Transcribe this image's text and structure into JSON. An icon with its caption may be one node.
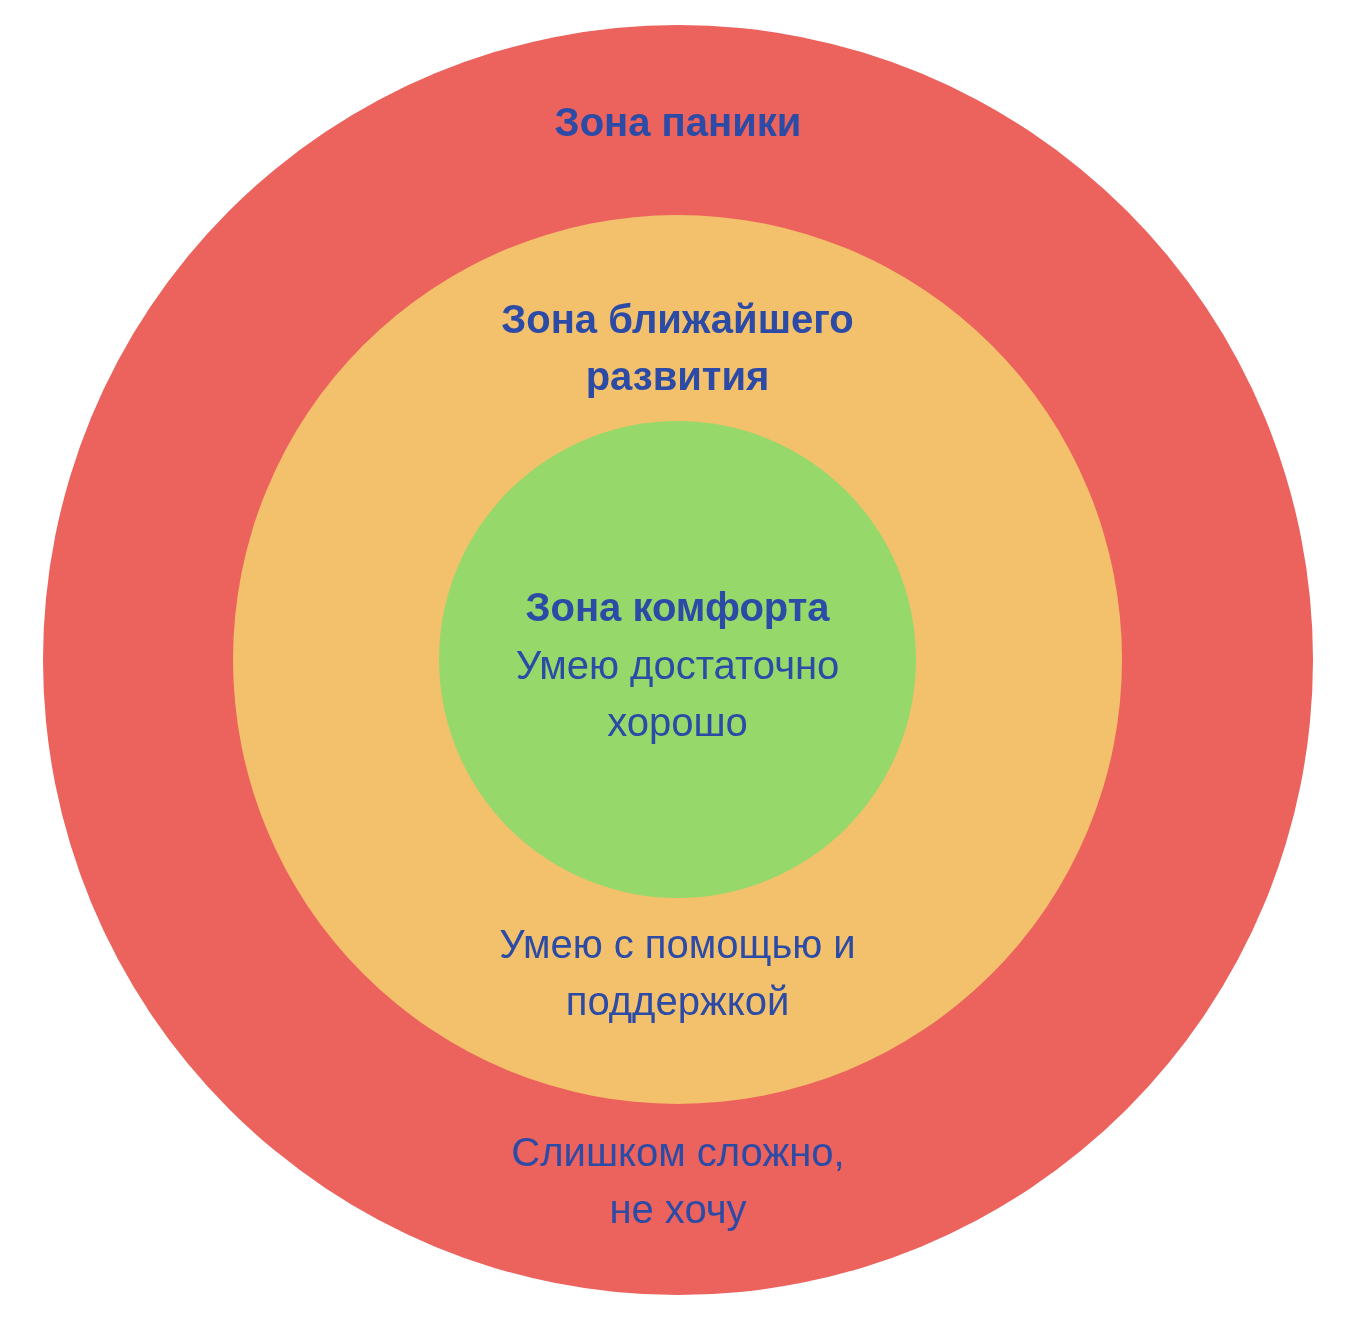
{
  "diagram": {
    "nodes": [
      {
        "text": [
          "Зона паники",
          "Слишком сложно, не хочу"
        ]
      },
      {
        "text": [
          "Зона ближайшего развития",
          "Умею с помощью и поддержкой"
        ],
        "in": 0
      },
      {
        "text": [
          "Зона комфорта",
          "Умею достаточно хорошо"
        ],
        "in": 1
      }
    ]
  }
}
